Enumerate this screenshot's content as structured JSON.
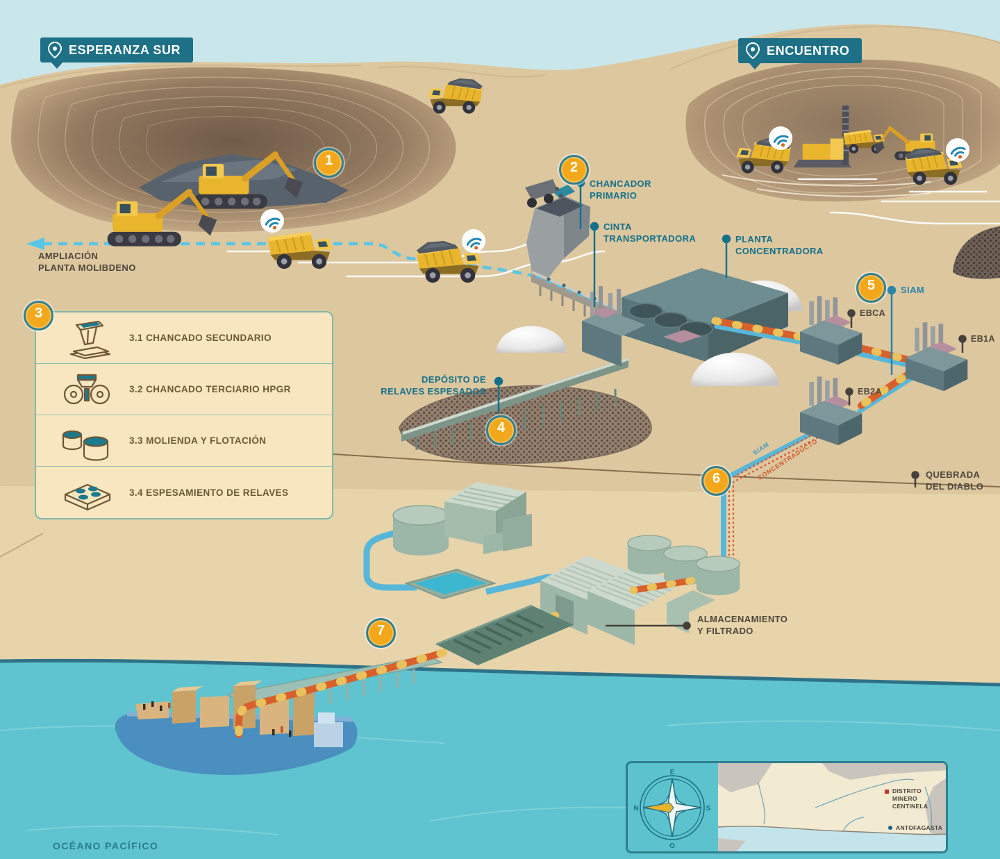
{
  "banners": {
    "esperanza_sur": "ESPERANZA SUR",
    "encuentro": "ENCUENTRO"
  },
  "badges": {
    "b1": "1",
    "b2": "2",
    "b3": "3",
    "b4": "4",
    "b5": "5",
    "b6": "6",
    "b7": "7"
  },
  "labels": {
    "ampliacion": {
      "line1": "AMPLIACIÓN",
      "line2": "PLANTA MOLIBDENO"
    },
    "chancador": {
      "line1": "CHANCADOR",
      "line2": "PRIMARIO"
    },
    "cinta": {
      "line1": "CINTA",
      "line2": "TRANSPORTADORA"
    },
    "planta": {
      "line1": "PLANTA",
      "line2": "CONCENTRADORA"
    },
    "siam": "SIAM",
    "ebca": "EBCA",
    "eb1a": "EB1A",
    "eb2a": "EB2A",
    "deposito": {
      "line1": "DEPÓSITO DE",
      "line2": "RELAVES ESPESADOS"
    },
    "quebrada": {
      "line1": "QUEBRADA",
      "line2": "DEL DIABLO"
    },
    "pipe_siam": "SIAM",
    "pipe_concentraducto": "CONCENTRADUCTO",
    "almacenamiento": {
      "line1": "ALMACENAMIENTO",
      "line2": "Y FILTRADO"
    },
    "oceano": "OCÉANO PACÍFICO"
  },
  "legend": {
    "items": [
      {
        "label": "3.1 CHANCADO SECUNDARIO"
      },
      {
        "label": "3.2 CHANCADO TERCIARIO HPGR"
      },
      {
        "label": "3.3 MOLIENDA Y FLOTACIÓN"
      },
      {
        "label": "3.4 ESPESAMIENTO DE RELAVES"
      }
    ]
  },
  "minimap": {
    "compass": {
      "top": "E",
      "right": "S",
      "bottom": "O",
      "left": "N"
    },
    "marker_district": {
      "line1": "DISTRITO",
      "line2": "MINERO CENTINELA"
    },
    "marker_city": "ANTOFAGASTA"
  },
  "colors": {
    "teal_label": "#13708a",
    "banner": "#1d7086",
    "badge": "#f3a81b",
    "badge_ring": "#33808f",
    "pipe_orange": "#d8602c",
    "pipe_blue": "#58b7d8",
    "concentraducto_red": "#d9532b",
    "ocean": "#5fc4cf",
    "desert": "#ddc79f",
    "legend_bg": "#f7e6c0"
  }
}
